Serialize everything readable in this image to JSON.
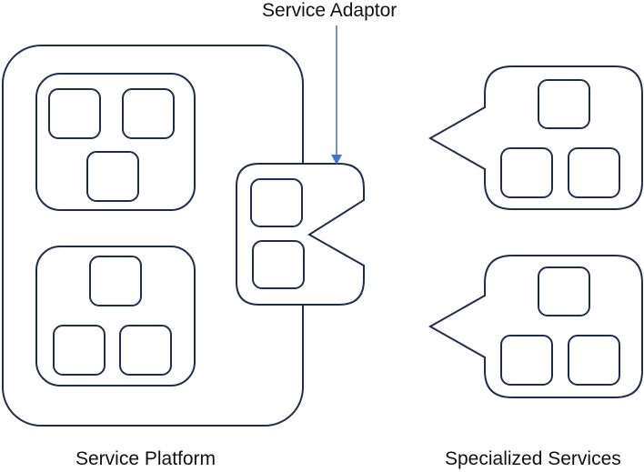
{
  "labels": {
    "service_adaptor": "Service Adaptor",
    "service_platform": "Service Platform",
    "specialized_services": "Specialized Services"
  },
  "colors": {
    "outline": "#1f2d4e",
    "arrow": "#4472c4",
    "text": "#111111",
    "background": "#ffffff"
  }
}
